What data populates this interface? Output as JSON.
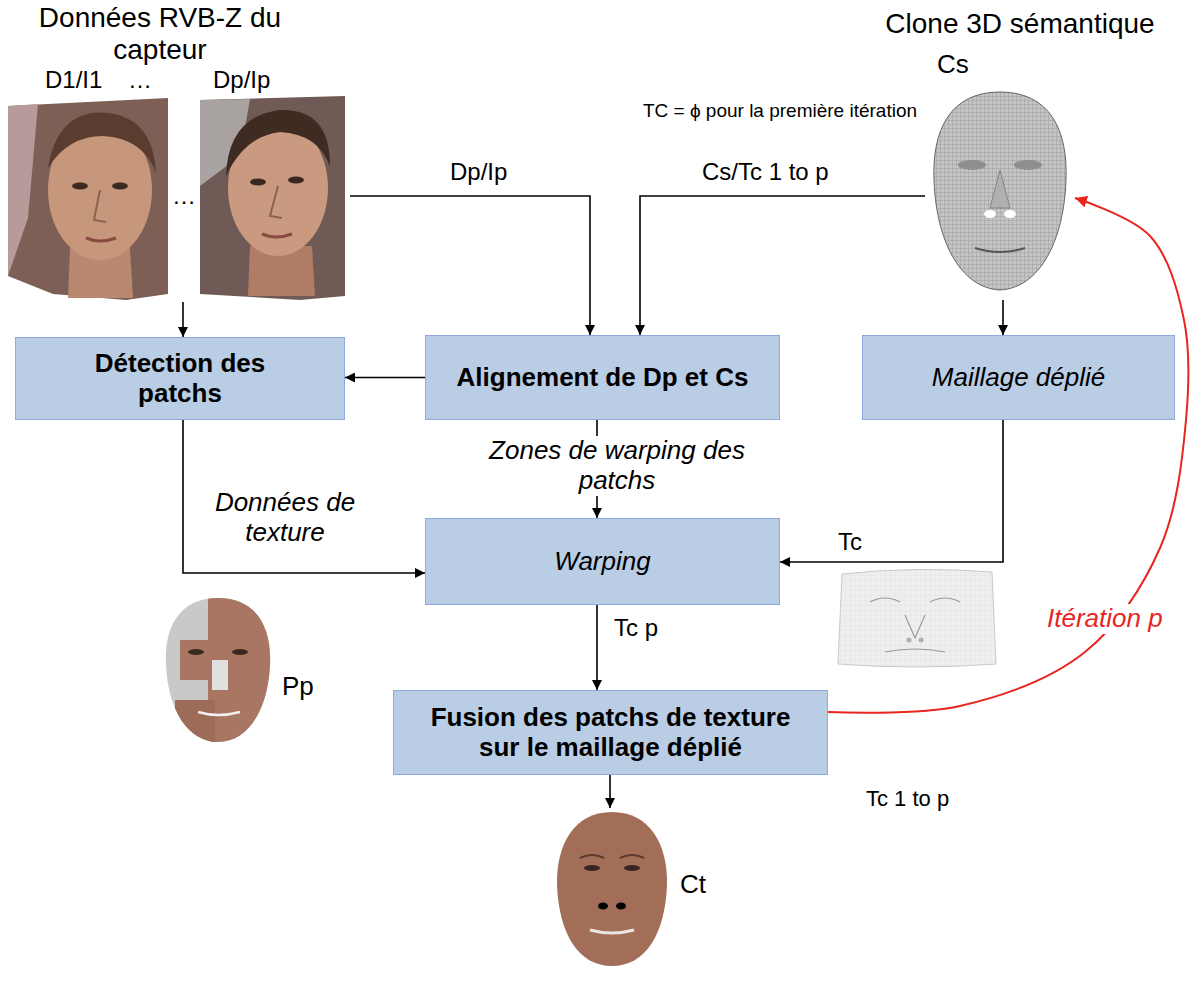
{
  "diagram": {
    "nodes": [
      {
        "text": [
          "Données RVB-Z du capteur",
          "D1/I1",
          "…",
          "Dp/Ip"
        ]
      },
      {
        "text": [
          "Clone 3D sémantique",
          "Cs"
        ]
      },
      {
        "text": [
          "Détection des patchs"
        ]
      },
      {
        "text": [
          "Alignement de Dp et Cs"
        ]
      },
      {
        "text": [
          "Maillage déplié"
        ]
      },
      {
        "text": [
          "Warping"
        ]
      },
      {
        "text": [
          "Fusion des patchs de texture sur le maillage déplié"
        ]
      },
      {
        "text": [
          "Ct"
        ]
      }
    ],
    "edges": [
      {
        "from": 0,
        "to": 2,
        "arrow": "to"
      },
      {
        "from": 0,
        "to": 3,
        "label": "Dp/Ip",
        "arrow": "to"
      },
      {
        "from": 1,
        "to": 3,
        "label": "Cs/Tc 1 to p",
        "arrow": "to"
      },
      {
        "from": 3,
        "to": 2,
        "arrow": "to"
      },
      {
        "from": 1,
        "to": 4,
        "arrow": "to"
      },
      {
        "from": 3,
        "to": 5,
        "label": "Zones de warping des patchs",
        "arrow": "to"
      },
      {
        "from": 2,
        "to": 5,
        "label": "Données de texture",
        "arrow": "to"
      },
      {
        "from": 4,
        "to": 5,
        "arrow": "to"
      },
      {
        "from": 5,
        "to": 6,
        "label": "Tc p",
        "arrow": "to"
      },
      {
        "from": 6,
        "to": 1,
        "label": "Itération p",
        "arrow": "to"
      },
      {
        "from": 6,
        "to": 7,
        "arrow": "to"
      }
    ],
    "labels": [
      "TC = ϕ pour la première itération",
      "…",
      "Tc",
      "Pp",
      "Tc 1 to p"
    ]
  }
}
